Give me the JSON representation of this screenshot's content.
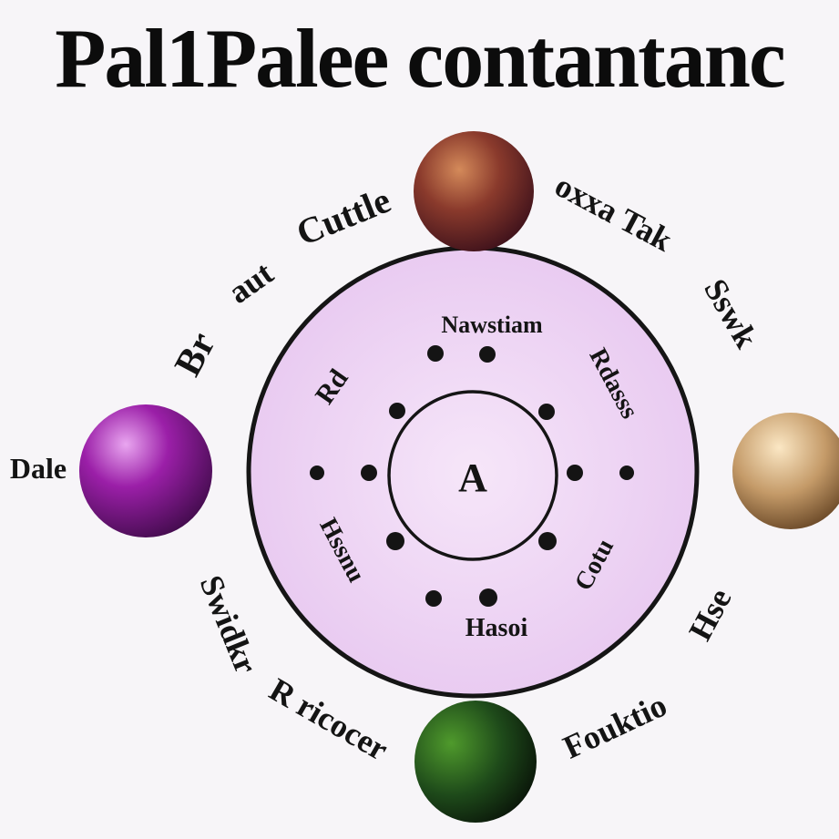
{
  "title": "Pal1Palee contantanc",
  "colors": {
    "background": "#f7f5f8",
    "outer_circle_fill": "#ecd3f3",
    "ink": "#141414"
  },
  "spheres": [
    {
      "id": "top",
      "icon": "maroon-sphere"
    },
    {
      "id": "left",
      "icon": "purple-sphere",
      "label": "Dale"
    },
    {
      "id": "right",
      "icon": "gold-sphere"
    },
    {
      "id": "bottom",
      "icon": "green-sphere"
    }
  ],
  "outer_labels": {
    "top_left": "Cuttle",
    "upper_left_1": "Br",
    "upper_left_2": "aut",
    "top_right": "oxxa Tak",
    "right_upper": "Sswk",
    "lower_left": "Swidkr",
    "bottom_left": "R ricocer",
    "lower_right_1": "Hse",
    "lower_right_2": "Fouktio"
  },
  "inner_labels": {
    "top": "Nawstiam",
    "left_upper": "Rd",
    "right_upper": "Rdasss",
    "left_lower": "Hssnu",
    "right_lower": "Cotu",
    "bottom": "Hasoi"
  },
  "center_label": "A"
}
